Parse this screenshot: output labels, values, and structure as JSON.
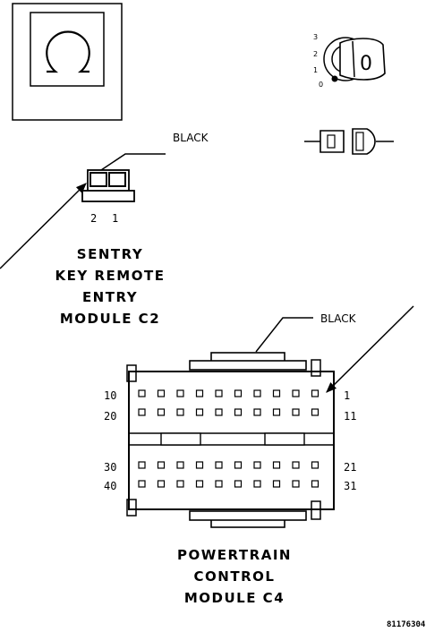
{
  "sentry_connector": {
    "color_label": "BLACK",
    "pin_numbers": [
      "2",
      "1"
    ],
    "title_lines": [
      "SENTRY",
      "KEY REMOTE",
      "ENTRY",
      "MODULE C2"
    ]
  },
  "pcm_connector": {
    "color_label": "BLACK",
    "row_labels_left": [
      "10",
      "20",
      "30",
      "40"
    ],
    "row_labels_right": [
      "1",
      "11",
      "21",
      "31"
    ],
    "title_lines": [
      "POWERTRAIN",
      "CONTROL",
      "MODULE C4"
    ]
  },
  "ignition": {
    "positions": [
      "3",
      "2",
      "1",
      "0"
    ],
    "key_symbol": "0"
  },
  "figure_id": "81176304"
}
